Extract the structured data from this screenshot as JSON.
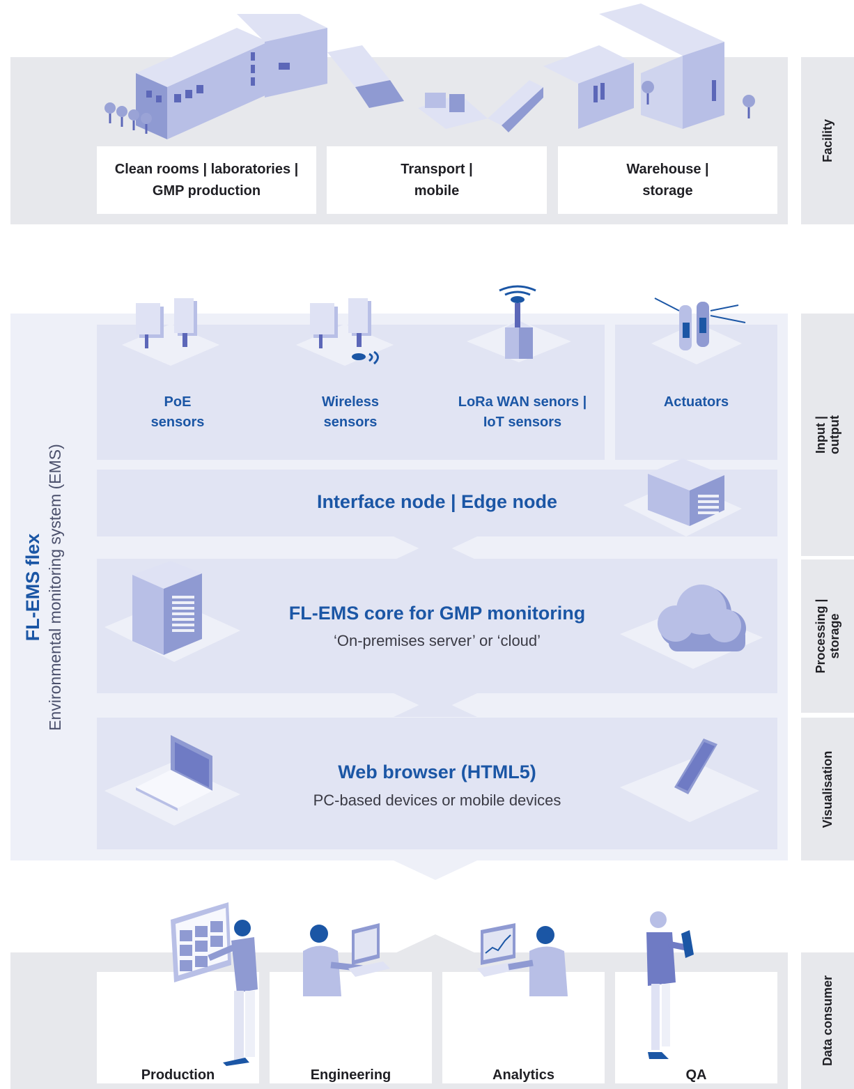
{
  "facility": {
    "side_label": "Facility",
    "boxes": [
      {
        "line1": "Clean rooms | laboratories |",
        "line2": "GMP production"
      },
      {
        "line1": "Transport |",
        "line2": "mobile"
      },
      {
        "line1": "Warehouse |",
        "line2": "storage"
      }
    ]
  },
  "system": {
    "name": "FL-EMS flex",
    "subtitle": "Environmental monitoring system (EMS)"
  },
  "input_output": {
    "side_label_line1": "Input |",
    "side_label_line2": "output",
    "items": [
      {
        "line1": "PoE",
        "line2": "sensors"
      },
      {
        "line1": "Wireless",
        "line2": "sensors"
      },
      {
        "line1": "LoRa WAN senors |",
        "line2": "IoT sensors"
      },
      {
        "line1": "Actuators",
        "line2": ""
      }
    ]
  },
  "interface": {
    "title": "Interface node | Edge node"
  },
  "processing": {
    "side_label_line1": "Processing |",
    "side_label_line2": "storage",
    "title": "FL-EMS core for GMP monitoring",
    "subtitle": "‘On-premises server’ or ‘cloud’"
  },
  "visualisation": {
    "side_label": "Visualisation",
    "title": "Web browser (HTML5)",
    "subtitle": "PC-based devices or mobile devices"
  },
  "consumers": {
    "side_label": "Data consumer",
    "items": [
      "Production",
      "Engineering",
      "Analytics",
      "QA"
    ]
  },
  "colors": {
    "accent_blue": "#1b56a5",
    "band_gray": "#e7e8ec",
    "panel_lavender": "#e1e4f3",
    "illustration_blue": "#8f9ad2"
  }
}
